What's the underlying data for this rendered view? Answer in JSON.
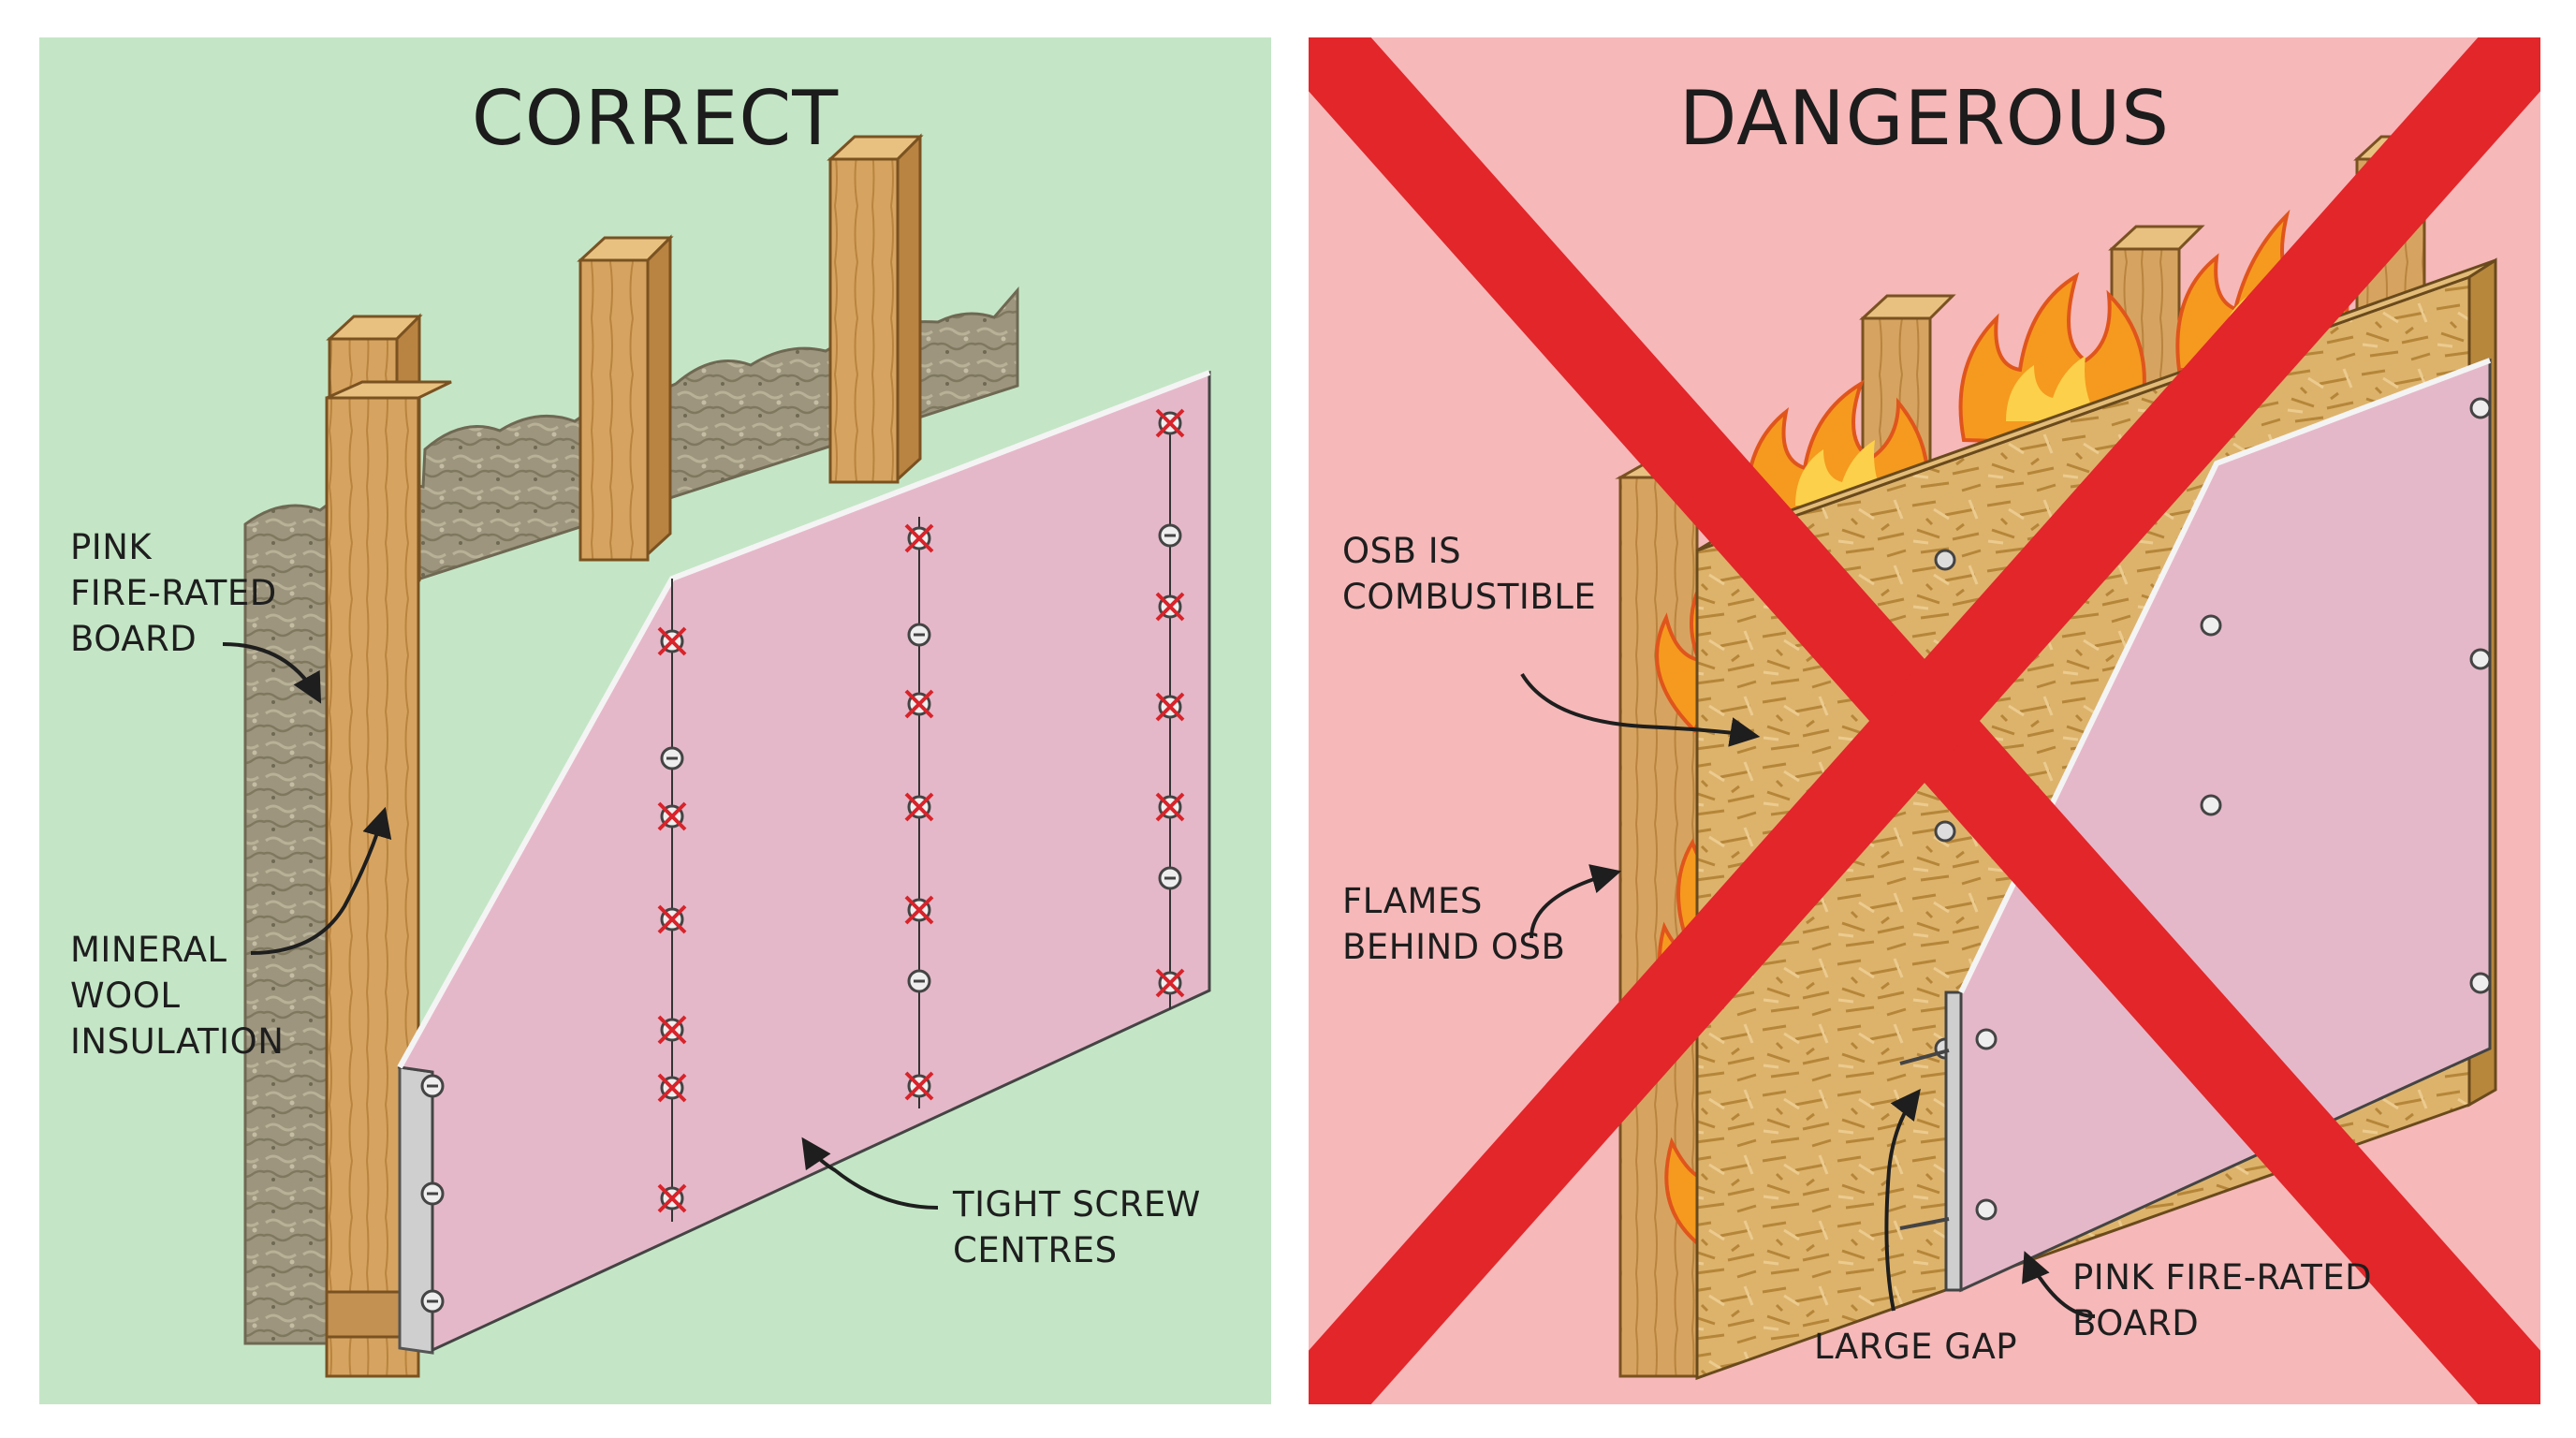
{
  "colors": {
    "correct_background": "#c4e6c6",
    "dangerous_background": "#f6b8b9",
    "pink_board": "#e5b8c9",
    "timber": "#d6a460",
    "osb": "#ddb36c",
    "mineral_wool": "#9d957e",
    "flame": "#f59a1e",
    "warning_cross": "#e2262a",
    "screw_marker": "#d8232a"
  },
  "correct": {
    "title": "CORRECT",
    "labels": {
      "board": [
        "PINK",
        "FIRE-RATED",
        "BOARD"
      ],
      "insulation": [
        "MINERAL",
        "WOOL",
        "INSULATION"
      ],
      "screws": [
        "TIGHT SCREW",
        "CENTRES"
      ]
    }
  },
  "dangerous": {
    "title": "DANGEROUS",
    "labels": {
      "osb": [
        "OSB IS",
        "COMBUSTIBLE"
      ],
      "flames": [
        "FLAMES",
        "BEHIND OSB"
      ],
      "gap": [
        "LARGE GAP"
      ],
      "board": [
        "PINK FIRE-RATED",
        "BOARD"
      ]
    }
  }
}
